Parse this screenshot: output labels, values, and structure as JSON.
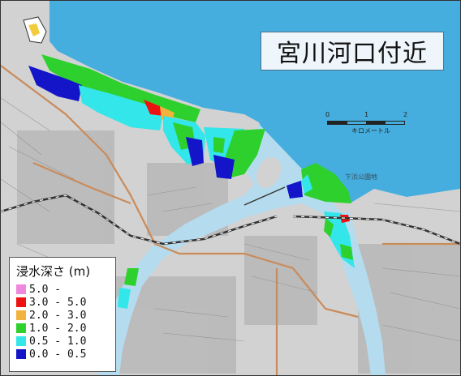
{
  "title": "宮川河口付近",
  "scale_bar": {
    "ticks": [
      "0",
      "1",
      "2"
    ],
    "label": "キロメートル"
  },
  "legend": {
    "title": "浸水深さ (m)",
    "items": [
      {
        "label": "5.0 -",
        "color": "#ee88dd"
      },
      {
        "label": "3.0 - 5.0",
        "color": "#ee1111"
      },
      {
        "label": "2.0 - 3.0",
        "color": "#f2b33c"
      },
      {
        "label": "1.0 - 2.0",
        "color": "#2ed02e"
      },
      {
        "label": "0.5 - 1.0",
        "color": "#33e6ea"
      },
      {
        "label": "0.0 - 0.5",
        "color": "#1414c8"
      }
    ]
  },
  "place_label": "下浜公園地",
  "colors": {
    "sea": "#45aede",
    "river": "#b5dcee",
    "land": "#cccccc",
    "road": "#c98b5a",
    "rail": "#333333"
  }
}
